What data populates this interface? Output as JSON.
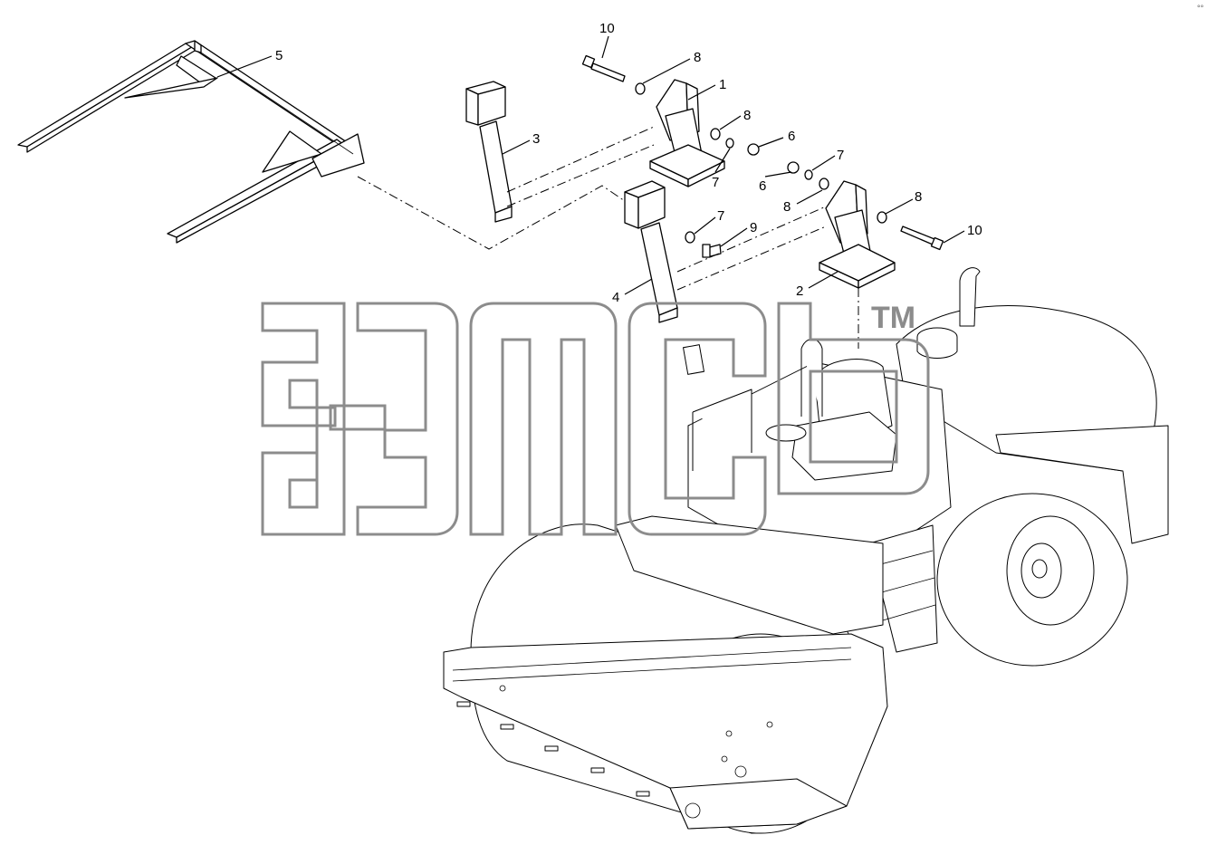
{
  "corner_code": "°°",
  "watermark": {
    "tm": "TM",
    "logo": "logo-3mcb"
  },
  "callouts": [
    {
      "id": "c10a",
      "text": "10"
    },
    {
      "id": "c8a",
      "text": "8"
    },
    {
      "id": "c5",
      "text": "5"
    },
    {
      "id": "c1",
      "text": "1"
    },
    {
      "id": "c8b",
      "text": "8"
    },
    {
      "id": "c3",
      "text": "3"
    },
    {
      "id": "c6a",
      "text": "6"
    },
    {
      "id": "c7a",
      "text": "7"
    },
    {
      "id": "c7b",
      "text": "7"
    },
    {
      "id": "c6b",
      "text": "6"
    },
    {
      "id": "c8c",
      "text": "8"
    },
    {
      "id": "c8d",
      "text": "8"
    },
    {
      "id": "c7c",
      "text": "7"
    },
    {
      "id": "c9",
      "text": "9"
    },
    {
      "id": "c10b",
      "text": "10"
    },
    {
      "id": "c4",
      "text": "4"
    },
    {
      "id": "c2",
      "text": "2"
    }
  ]
}
